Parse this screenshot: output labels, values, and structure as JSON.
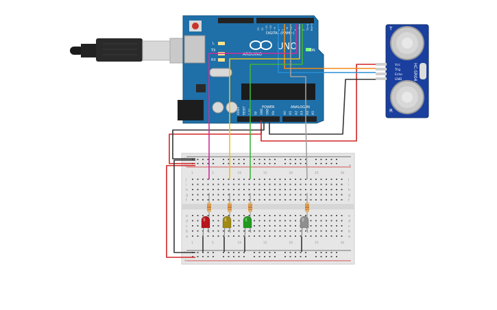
{
  "arduino": {
    "brand": "ARDUINO",
    "model": "UNO",
    "label_digital": "DIGITAL (PWM~)",
    "label_power": "POWER",
    "label_analog": "ANALOG IN",
    "label_on": "ON",
    "label_tx": "TX",
    "label_rx": "RX",
    "label_l": "L",
    "label_aref": "AREF",
    "label_gnd": "GND",
    "power_pins": [
      "IOREF",
      "RESET",
      "3.3V",
      "5V",
      "GND",
      "GND",
      "Vin"
    ],
    "analog_pins": [
      "A0",
      "A1",
      "A2",
      "A3",
      "A4",
      "A5"
    ],
    "digital_pins": [
      "13",
      "12",
      "~11",
      "~10",
      "~9",
      "8",
      "7",
      "~6",
      "~5",
      "4",
      "~3",
      "2",
      "TX→1",
      "RX←0"
    ]
  },
  "sensor": {
    "model": "HC-SR04",
    "pins": [
      "Vcc",
      "Trig",
      "Echo",
      "GND"
    ],
    "left_mark": "T",
    "right_mark": "R"
  },
  "breadboard": {
    "row_letters_top": [
      "j",
      "i",
      "h",
      "g",
      "f"
    ],
    "row_letters_bottom": [
      "e",
      "d",
      "c",
      "b",
      "a"
    ],
    "column_numbers": [
      "1",
      "5",
      "10",
      "15",
      "20",
      "25",
      "30"
    ],
    "rail_plus": "+",
    "rail_minus": "-"
  },
  "leds": [
    {
      "color": "#b8141a"
    },
    {
      "color": "#a08914"
    },
    {
      "color": "#1f9a1f"
    },
    {
      "color": "#8f8f8f"
    }
  ],
  "wire_colors": {
    "magenta": "#d02c9a",
    "yellow": "#e9c21a",
    "green": "#3fb43a",
    "gray": "#a0a0a0",
    "orange": "#f08a18",
    "blue": "#2a8fd6",
    "red": "#d12323",
    "black": "#333333"
  }
}
